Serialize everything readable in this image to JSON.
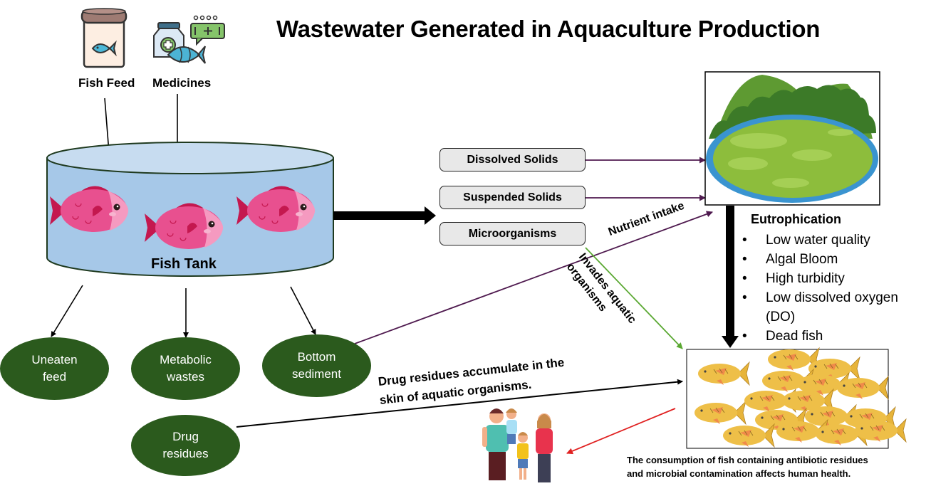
{
  "title": "Wastewater Generated in Aquaculture Production",
  "inputs": [
    {
      "label": "Fish Feed",
      "icon": "fish-feed-jar-icon"
    },
    {
      "label": "Medicines",
      "icon": "medicine-bottle-fish-icon"
    }
  ],
  "tank": {
    "label": "Fish Tank",
    "fish_count": 3
  },
  "wastewater_components": [
    {
      "label": "Dissolved Solids"
    },
    {
      "label": "Suspended Solids"
    },
    {
      "label": "Microorganisms"
    }
  ],
  "tank_outputs": [
    {
      "label_line1": "Uneaten",
      "label_line2": "feed"
    },
    {
      "label_line1": "Metabolic",
      "label_line2": "wastes"
    },
    {
      "label_line1": "Bottom",
      "label_line2": "sediment"
    }
  ],
  "drug_residues": {
    "label_line1": "Drug",
    "label_line2": "residues"
  },
  "eutrophication": {
    "title": "Eutrophication",
    "items": [
      "Low water quality",
      "Algal Bloom",
      "High turbidity",
      "Low dissolved oxygen (DO)",
      "Dead fish"
    ],
    "image": "algae-pond-illustration"
  },
  "edge_labels": {
    "nutrient_intake": "Nutrient intake",
    "invades_line1": "Invades aquatic",
    "invades_line2": "organisms",
    "drug_line1": "Drug residues accumulate in the",
    "drug_line2": "skin of aquatic organisms."
  },
  "fish_school": {
    "image": "fish-school-illustration"
  },
  "family": {
    "image": "family-illustration"
  },
  "caption": {
    "line1": "The consumption of fish containing antibiotic residues",
    "line2": "and microbial contamination affects human health."
  },
  "colors": {
    "oval_fill": "#2b5a1d",
    "tank_water": "#a6c8e8",
    "tank_top": "#c7dcf0",
    "purple_arrow": "#4f1a4f",
    "green_arrow": "#5aa832",
    "red_arrow": "#e02020",
    "fish_pink": "#e8508f"
  }
}
